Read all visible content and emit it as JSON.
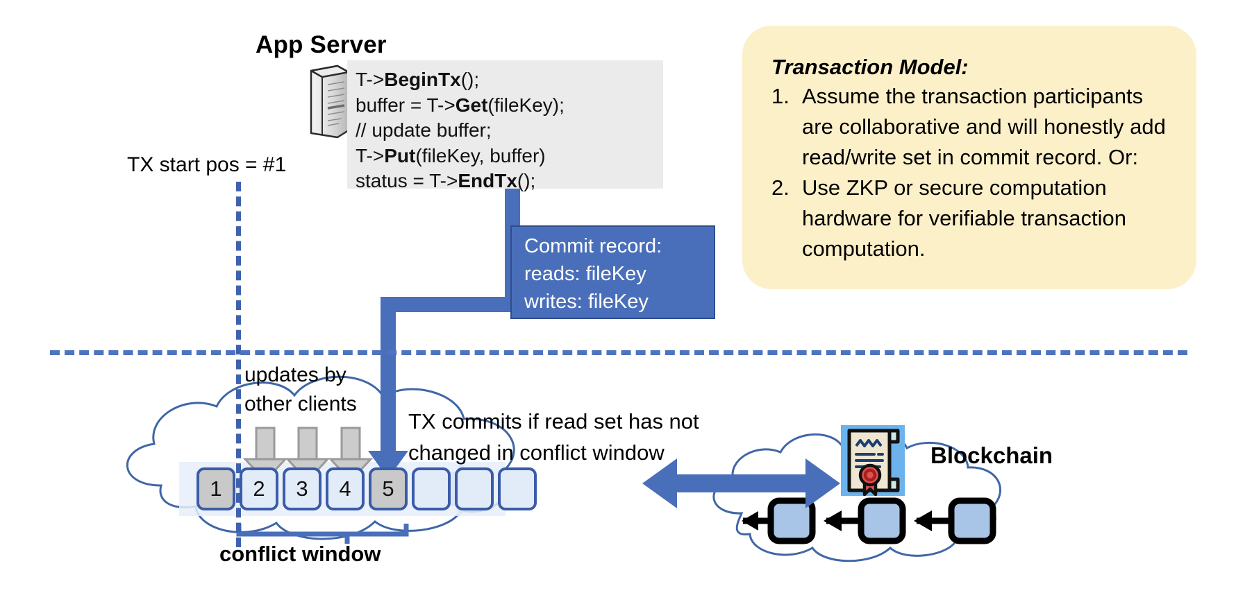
{
  "diagram": {
    "app_server": {
      "title": "App Server",
      "icon": "server-tower-icon",
      "code_lines": [
        {
          "pre": "T->",
          "bold": "BeginTx",
          "post": "();"
        },
        {
          "pre": "buffer = T->",
          "bold": "Get",
          "post": "(fileKey);"
        },
        {
          "pre": "// update buffer;",
          "bold": "",
          "post": ""
        },
        {
          "pre": "T->",
          "bold": "Put",
          "post": "(fileKey, buffer)"
        },
        {
          "pre": "status = T->",
          "bold": "EndTx",
          "post": "();"
        }
      ]
    },
    "commit_record": {
      "lines": [
        "Commit record:",
        "reads: fileKey",
        "writes: fileKey"
      ],
      "bg_color": "#4a6fba",
      "text_color": "#ffffff"
    },
    "transaction_model": {
      "heading": "Transaction Model:",
      "bg_color": "#fcf0c9",
      "items": [
        {
          "num": "1.",
          "text": "Assume the transaction participants are collaborative and will honestly add read/write set in commit record.  Or:"
        },
        {
          "num": "2.",
          "text": "Use ZKP or secure computation hardware for verifiable transaction computation."
        }
      ]
    },
    "labels": {
      "tx_start_pos": "TX start pos = #1",
      "updates_by_other_clients_line1": "updates by",
      "updates_by_other_clients_line2": "other clients",
      "tx_commits_line1": "TX commits if read set has not",
      "tx_commits_line2": "changed in conflict window",
      "conflict_window": "conflict window",
      "blockchain": "Blockchain"
    },
    "log": {
      "blocks": [
        {
          "label": "1",
          "state": "filled"
        },
        {
          "label": "2",
          "state": "active"
        },
        {
          "label": "3",
          "state": "active"
        },
        {
          "label": "4",
          "state": "active"
        },
        {
          "label": "5",
          "state": "filled"
        },
        {
          "label": "",
          "state": "empty"
        },
        {
          "label": "",
          "state": "empty"
        },
        {
          "label": "",
          "state": "empty"
        }
      ]
    },
    "blockchain_chain": {
      "block_count": 3,
      "block_color": "#a8c4e6",
      "certificate_icon": "certificate-seal-icon"
    },
    "colors": {
      "accent_blue": "#4a6fba",
      "dashed_blue": "#4e73c0",
      "block_border": "#3a5ca8",
      "block_fill": "#e2ecf8",
      "block_filled": "#c9c9c9",
      "callout_yellow": "#fcf0c9",
      "code_panel_gray": "#ebebeb",
      "gray_arrow": "#c6c6c6",
      "cloud_stroke": "#3f66a8",
      "seal_red": "#d9534f"
    }
  }
}
